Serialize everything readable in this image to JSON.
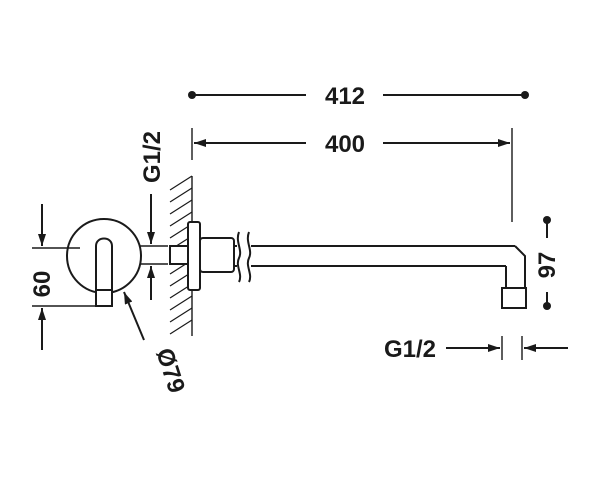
{
  "dimensions": {
    "total_length": "412",
    "arm_length": "400",
    "drop_height": "97",
    "inlet_thread": "G1/2",
    "outlet_thread": "G1/2",
    "flange_height": "60",
    "flange_diameter": "Ø79"
  }
}
